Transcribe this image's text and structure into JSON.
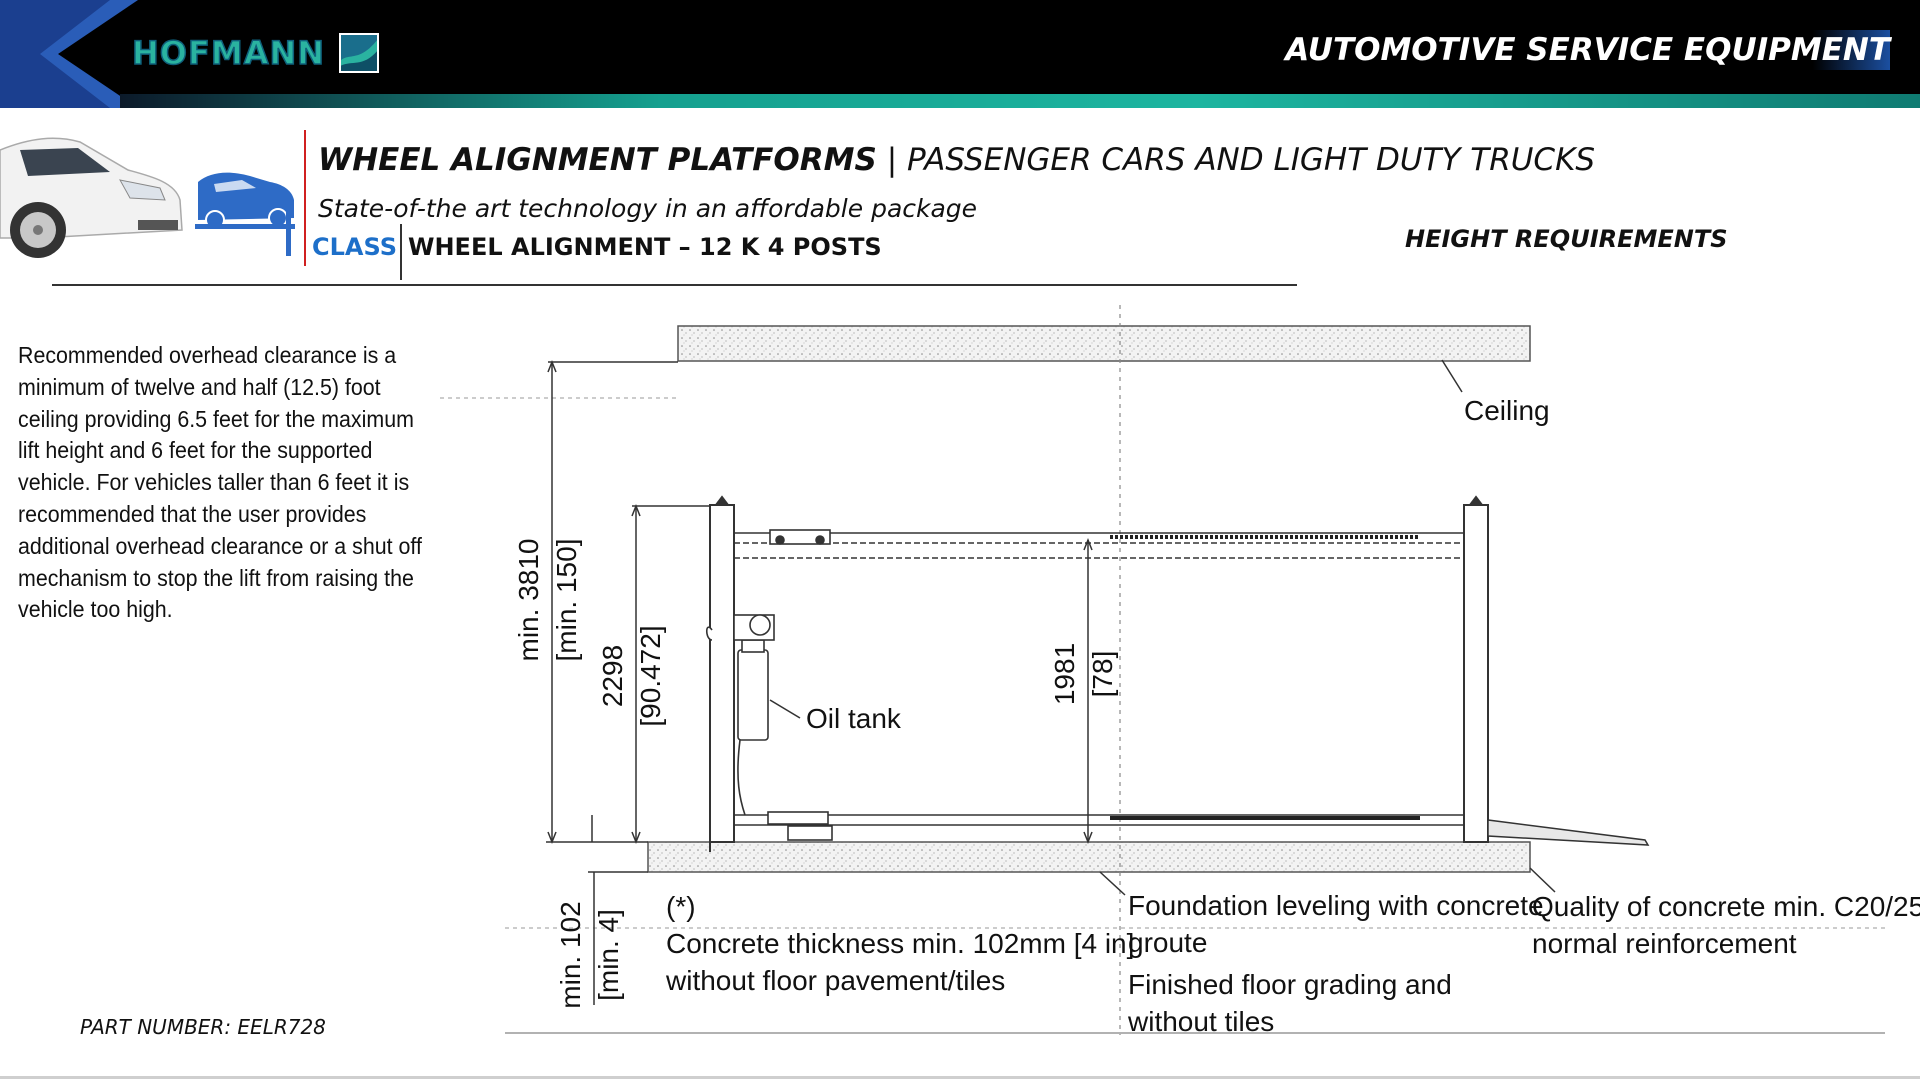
{
  "header": {
    "brand": "HOFMANN",
    "tagline": "AUTOMOTIVE SERVICE EQUIPMENT"
  },
  "product": {
    "title_bold": "WHEEL ALIGNMENT PLATFORMS",
    "separator": "|",
    "title_rest": "PASSENGER CARS AND LIGHT DUTY TRUCKS",
    "subtitle": "State-of-the art technology in an affordable package",
    "class_label": "CLASS",
    "class_value": "WHEEL ALIGNMENT – 12 K 4 POSTS",
    "section_title": "HEIGHT REQUIREMENTS"
  },
  "description": "Recommended overhead clearance is a minimum of twelve and half (12.5) foot ceiling providing 6.5 feet for the maximum lift height and 6 feet for the supported vehicle. For vehicles taller than 6 feet it is recommended that the user provides additional overhead clearance or a shut off mechanism to stop the lift from raising the vehicle too high.",
  "diagram": {
    "ceiling_label": "Ceiling",
    "oil_tank_label": "Oil tank",
    "dim_total_mm": "min. 3810",
    "dim_total_in": "[min. 150]",
    "dim_post_mm": "2298",
    "dim_post_in": "[90.472]",
    "dim_lift_mm": "1981",
    "dim_lift_in": "[78]",
    "dim_concrete_mm": "min. 102",
    "dim_concrete_in": "[min. 4]",
    "note_mark": "(*)",
    "note_line1": "Concrete thickness min. 102mm [4 in]",
    "note_line2": "without floor pavement/tiles",
    "foundation_line1": "Foundation leveling with concrete",
    "foundation_line2": "groute",
    "finished_line1": "Finished floor grading and",
    "finished_line2": "without tiles",
    "quality_line1": "Quality of concrete min. C20/25",
    "quality_line2": "normal reinforcement"
  },
  "footer": {
    "part_number": "PART NUMBER: EELR728"
  },
  "colors": {
    "header_bg": "#000000",
    "teal": "#1db5a0",
    "accent_blue": "#1d6fc9",
    "red_divider": "#d02020"
  }
}
